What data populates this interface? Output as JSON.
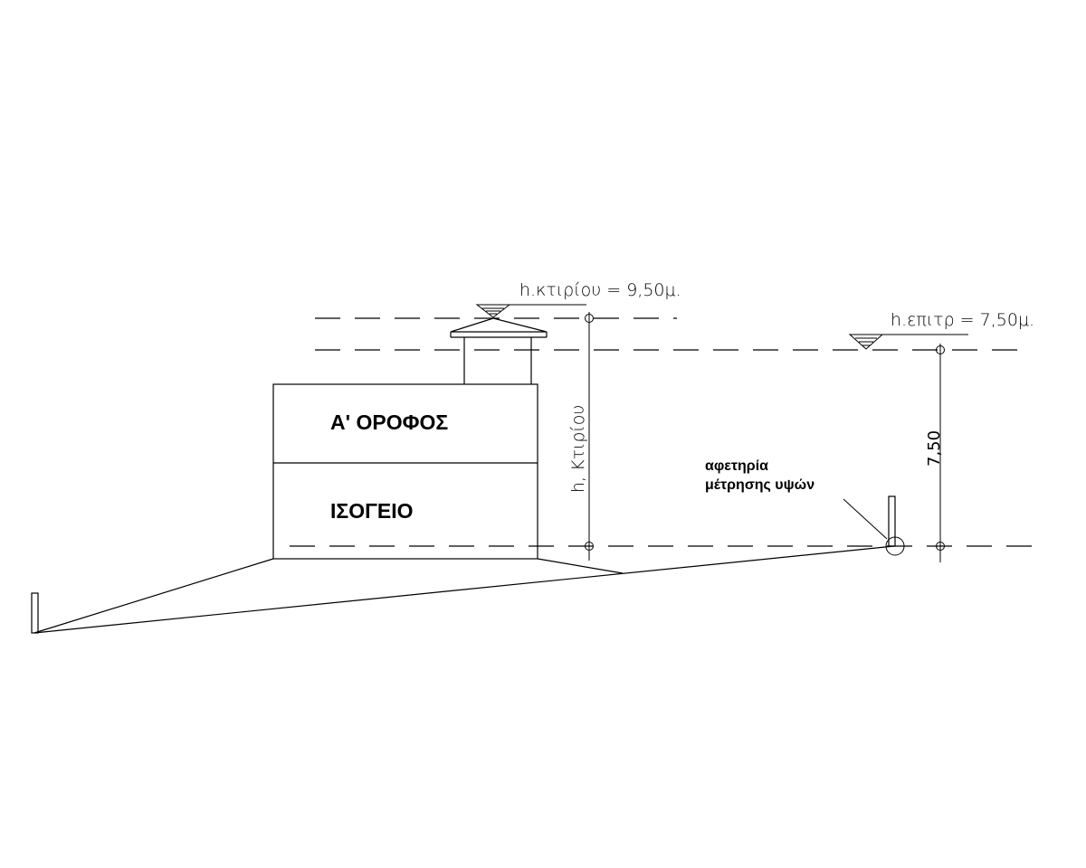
{
  "labels": {
    "building_height": "h.κτιρίου  =  9,50μ.",
    "allowed_height": "h.επιτρ  =  7,50μ.",
    "building_height_vertical": "h, Κτιρίου",
    "dimension_value": "7,50",
    "first_floor": "Α' ΟΡΟΦΟΣ",
    "ground_floor": "ΙΣΟΓΕΙΟ",
    "start_point_line1": "αφετηρία",
    "start_point_line2": "μέτρησης υψών"
  }
}
